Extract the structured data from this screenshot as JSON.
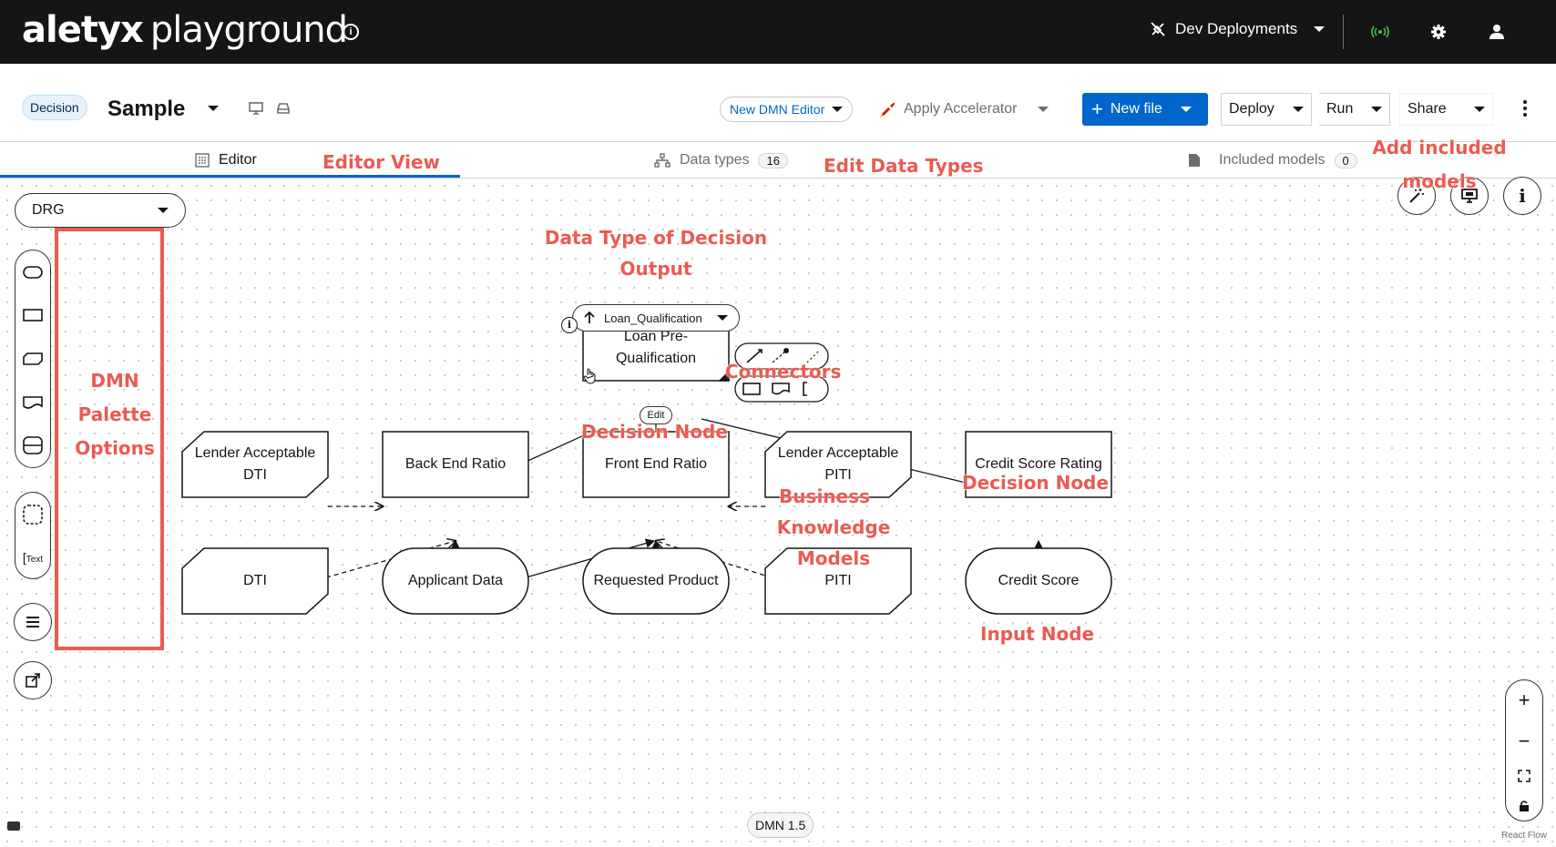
{
  "app": {
    "brand_bold": "aletyx",
    "brand_light": "playground",
    "deployments_label": "Dev Deployments"
  },
  "header": {
    "badge": "Decision",
    "file_name": "Sample",
    "editor_select": "New DMN Editor",
    "accelerator": "Apply Accelerator",
    "new_file": "New file",
    "deploy": "Deploy",
    "run": "Run",
    "share": "Share"
  },
  "tabs": [
    {
      "label": "Editor",
      "count": ""
    },
    {
      "label": "Data types",
      "count": "16"
    },
    {
      "label": "Included models",
      "count": "0"
    }
  ],
  "canvas": {
    "view_select": "DRG",
    "text_tool": "Text",
    "output_type": "Loan_Qualification",
    "edit_label": "Edit",
    "dmn_version": "DMN 1.5",
    "reactflow": "React Flow"
  },
  "nodes": {
    "loan_prequal": "Loan Pre-Qualification",
    "back_end_ratio": "Back End Ratio",
    "front_end_ratio": "Front End Ratio",
    "credit_score_rating": "Credit Score Rating",
    "lender_dti": "Lender Acceptable DTI",
    "lender_piti": "Lender Acceptable PITI",
    "dti": "DTI",
    "applicant_data": "Applicant Data",
    "requested_product": "Requested Product",
    "piti": "PITI",
    "credit_score": "Credit Score"
  },
  "annotations": {
    "editor_view": "Editor View",
    "edit_data_types": "Edit Data Types",
    "add_included_1": "Add included",
    "add_included_2": "models",
    "data_type_1": "Data Type of Decision",
    "data_type_2": "Output",
    "connectors": "Connectors",
    "decision_node_1": "Decision Node",
    "decision_node_2": "Decision Node",
    "bkm_1": "Business",
    "bkm_2": "Knowledge",
    "bkm_3": "Models",
    "input_node": "Input Node",
    "palette_1": "DMN",
    "palette_2": "Palette",
    "palette_3": "Options"
  },
  "colors": {
    "accent": "#0066cc",
    "annotation": "#ea5b52",
    "topbar": "#151515"
  }
}
